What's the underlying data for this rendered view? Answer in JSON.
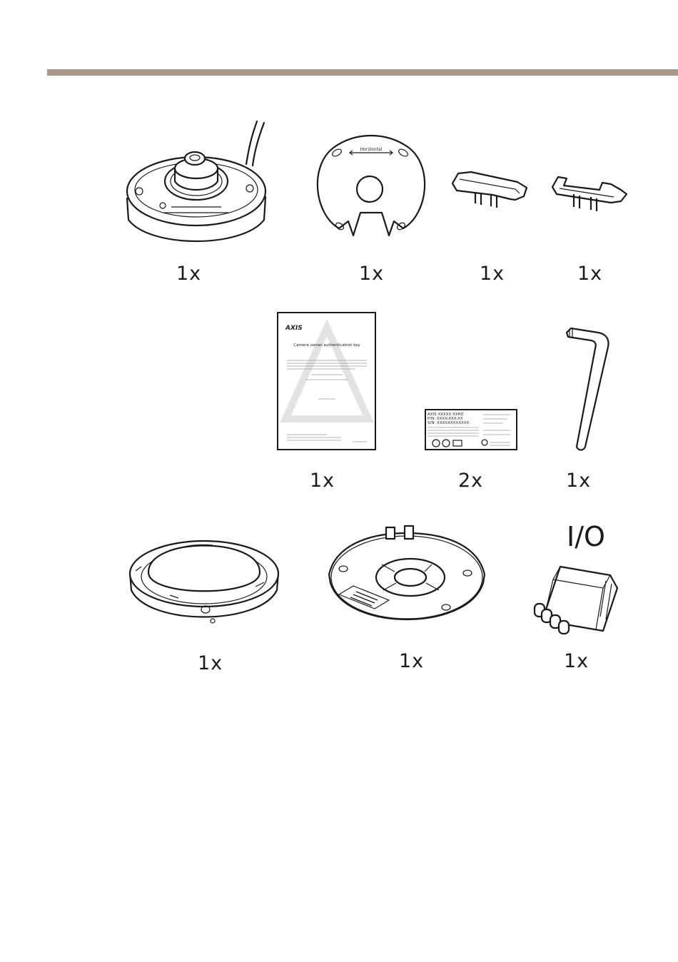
{
  "colors": {
    "accent_bar": "#a99789",
    "line": "#1a1a1a"
  },
  "items": [
    {
      "name": "camera-unit-icon",
      "quantity": "1x"
    },
    {
      "name": "drill-template-icon",
      "quantity": "1x",
      "template_label": "Horizontal"
    },
    {
      "name": "cable-clip-a-icon",
      "quantity": "1x"
    },
    {
      "name": "cable-clip-b-icon",
      "quantity": "1x"
    },
    {
      "name": "owner-authentication-key-document-icon",
      "quantity": "1x",
      "doc_brand": "AXIS",
      "doc_title": "Camera owner authentication key"
    },
    {
      "name": "product-label-sticker-icon",
      "quantity": "2x",
      "sticker_line1": "AXIS XXXXX XXHZ",
      "sticker_line2": "P/N: XXXX-XXX-XX",
      "sticker_line3": "S/N: XXXXXXXXXXXX"
    },
    {
      "name": "torx-l-key-icon",
      "quantity": "1x"
    },
    {
      "name": "dome-cover-icon",
      "quantity": "1x"
    },
    {
      "name": "mounting-bracket-icon",
      "quantity": "1x"
    },
    {
      "name": "io-connector-icon",
      "quantity": "1x",
      "connector_label": "I/O"
    }
  ]
}
